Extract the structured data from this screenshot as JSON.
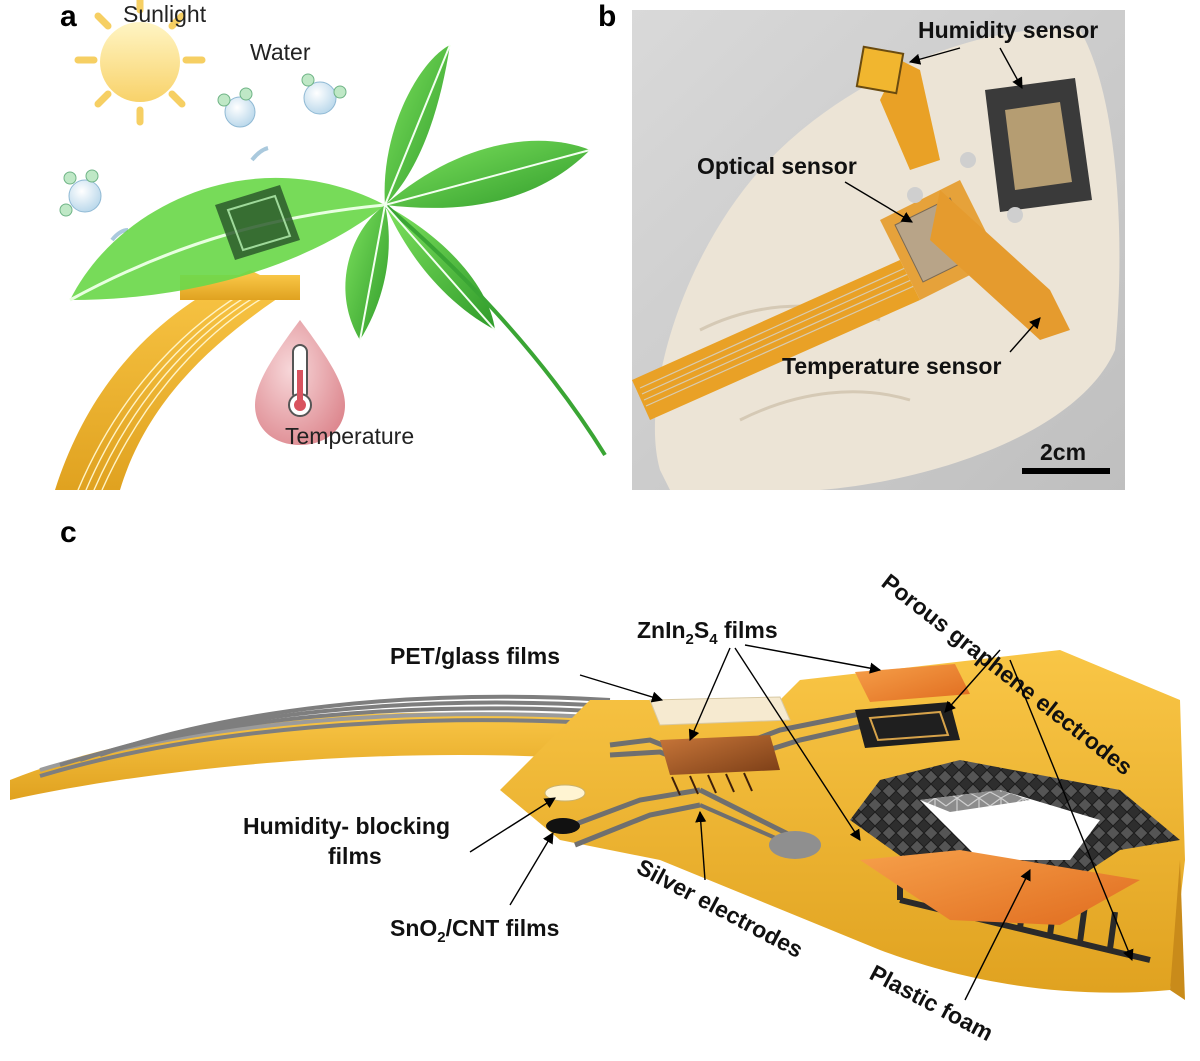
{
  "panel_a": {
    "letter": "a",
    "sunlight": "Sunlight",
    "water": "Water",
    "temperature": "Temperature"
  },
  "panel_b": {
    "letter": "b",
    "humidity_sensor": "Humidity sensor",
    "optical_sensor": "Optical sensor",
    "temperature_sensor": "Temperature sensor",
    "scale_bar": "2cm"
  },
  "panel_c": {
    "letter": "c",
    "pet_glass": "PET/glass films",
    "znin2s4": {
      "base": "ZnIn",
      "sub1": "2",
      "mid": "S",
      "sub2": "4",
      "rest": " films"
    },
    "porous_graphene": "Porous graphene electrodes",
    "humidity_blocking_1": "Humidity- blocking",
    "humidity_blocking_2": "films",
    "sno2_cnt": {
      "base": "SnO",
      "sub": "2",
      "rest": "/CNT films"
    },
    "silver_electrodes": "Silver electrodes",
    "plastic_foam": "Plastic foam"
  },
  "colors": {
    "gold": "#f4b733",
    "leaf_green": "#4cc23a",
    "trace_gray": "#8a8a8a",
    "glove": "#ece4d6",
    "foam_dark": "#3a3a3a",
    "orange_film": "#f08a32"
  }
}
